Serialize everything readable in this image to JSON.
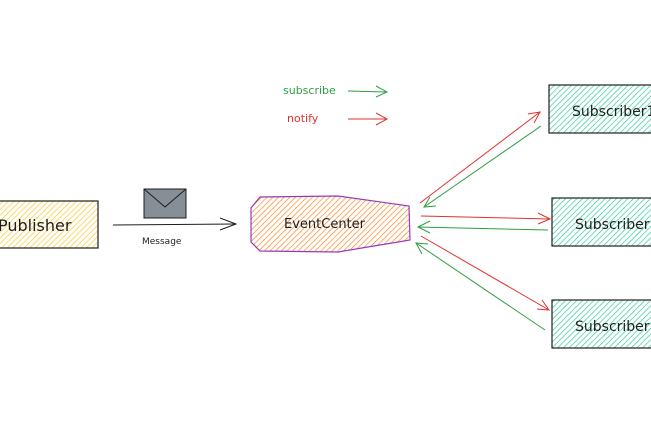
{
  "legend": {
    "subscribe_label": "subscribe",
    "notify_label": "notify",
    "subscribe_color": "#2f9e44",
    "notify_color": "#e03131"
  },
  "nodes": {
    "publisher": "Publisher",
    "event_center": "EventCenter",
    "subscribers": [
      "Subscriber1",
      "Subscriber",
      "Subscriber"
    ]
  },
  "edges": {
    "message_label": "Message"
  },
  "icons": {
    "message": "envelope-icon"
  },
  "colors": {
    "publisher_fill": "#ffd43b",
    "event_center_fill": "#fd7e14",
    "event_center_stroke": "#9c36b5",
    "subscriber_fill": "#20c997",
    "envelope_fill": "#868e96"
  }
}
